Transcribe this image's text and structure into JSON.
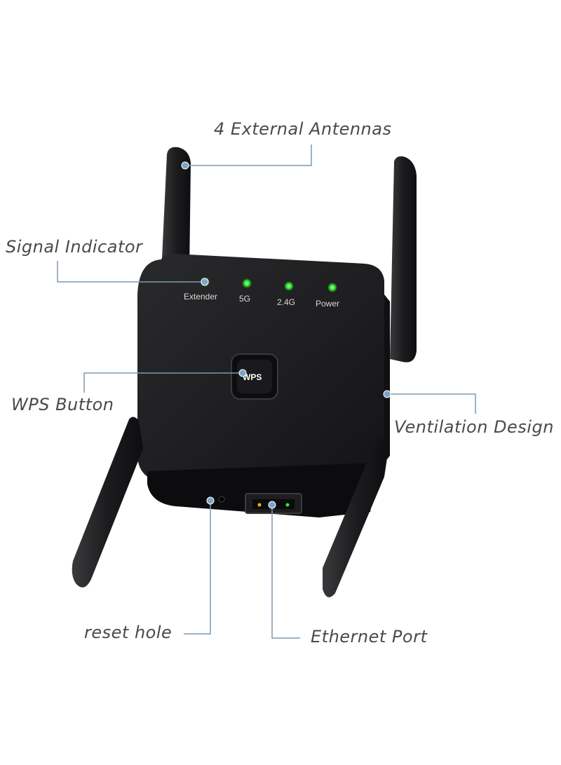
{
  "callouts": {
    "antennas": "4 External Antennas",
    "signal": "Signal Indicator",
    "wps": "WPS Button",
    "ventilation": "Ventilation Design",
    "reset": "reset hole",
    "ethernet": "Ethernet Port"
  },
  "device": {
    "leds": [
      "Extender",
      "5G",
      "2.4G",
      "Power"
    ],
    "wps_label": "WPS"
  },
  "colors": {
    "body": "#1c1c1e",
    "led": "#2ee82e",
    "leader_line": "#7d98b3",
    "leader_dot": "#7ea3c8",
    "text": "#4a4a4a"
  }
}
